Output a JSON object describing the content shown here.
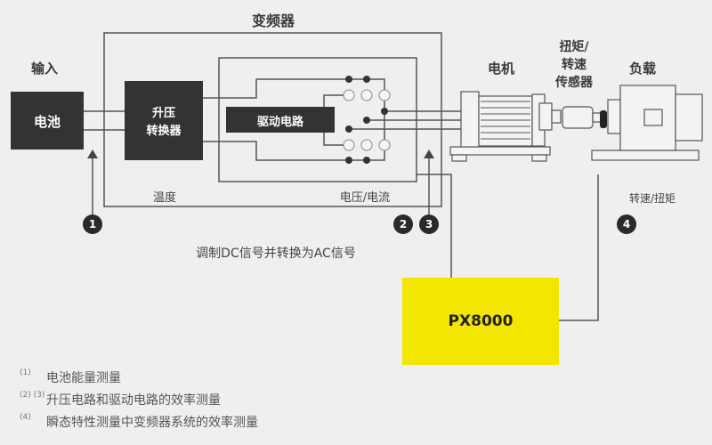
{
  "title": "变频器",
  "input_label": "输入",
  "battery_label": "电池",
  "boost_label_1": "升压",
  "boost_label_2": "转换器",
  "drive_label": "驱动电路",
  "temperature_label": "温度",
  "voltage_current_label": "电压/电流",
  "modulation_text": "调制DC信号并转换为AC信号",
  "motor_label": "电机",
  "sensor_label_1": "扭矩/",
  "sensor_label_2": "转速",
  "sensor_label_3": "传感器",
  "load_label": "负载",
  "speed_torque_label": "转速/扭矩",
  "instrument_label": "PX8000",
  "badges": [
    "1",
    "2",
    "3",
    "4"
  ],
  "legend": [
    {
      "mark": "(1)",
      "text": "电池能量测量"
    },
    {
      "mark": "(2) (3)",
      "text": "升压电路和驱动电路的效率测量"
    },
    {
      "mark": "(4)",
      "text": "瞬态特性测量中变频器系统的效率测量"
    }
  ],
  "colors": {
    "instrument": "#f3e600",
    "block": "#333333",
    "background": "#efefef"
  }
}
